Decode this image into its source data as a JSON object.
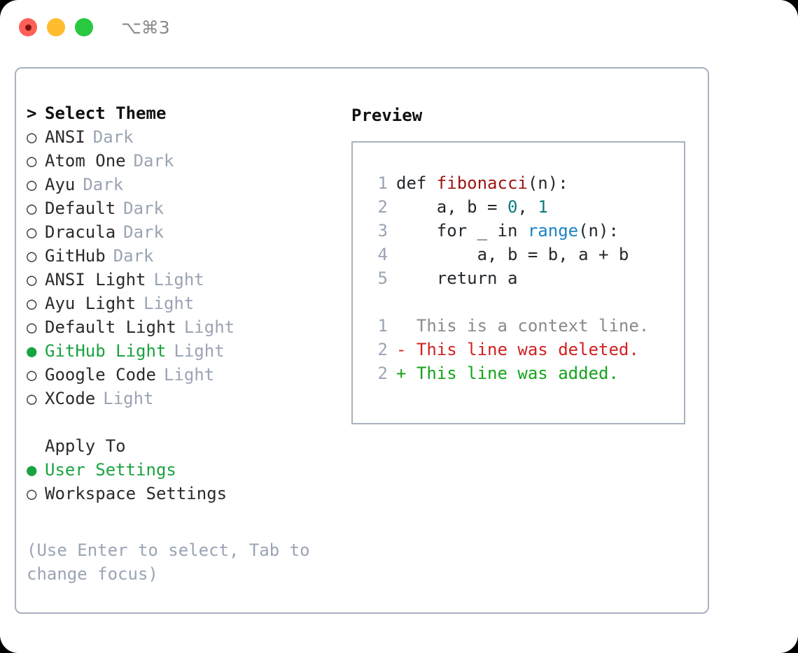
{
  "window": {
    "shortcut": "⌥⌘3",
    "traffic_lights": [
      {
        "name": "close",
        "color": "#ff5f57"
      },
      {
        "name": "minimize",
        "color": "#febc2e"
      },
      {
        "name": "maximize",
        "color": "#28c840"
      }
    ]
  },
  "theme_picker": {
    "header_marker": ">",
    "header": "Select Theme",
    "items": [
      {
        "marker": "○",
        "name": "ANSI",
        "tag": "Dark",
        "selected": false
      },
      {
        "marker": "○",
        "name": "Atom One",
        "tag": "Dark",
        "selected": false
      },
      {
        "marker": "○",
        "name": "Ayu",
        "tag": "Dark",
        "selected": false
      },
      {
        "marker": "○",
        "name": "Default",
        "tag": "Dark",
        "selected": false
      },
      {
        "marker": "○",
        "name": "Dracula",
        "tag": "Dark",
        "selected": false
      },
      {
        "marker": "○",
        "name": "GitHub",
        "tag": "Dark",
        "selected": false
      },
      {
        "marker": "○",
        "name": "ANSI Light",
        "tag": "Light",
        "selected": false
      },
      {
        "marker": "○",
        "name": "Ayu Light",
        "tag": "Light",
        "selected": false
      },
      {
        "marker": "○",
        "name": "Default Light",
        "tag": "Light",
        "selected": false
      },
      {
        "marker": "●",
        "name": "GitHub Light",
        "tag": "Light",
        "selected": true
      },
      {
        "marker": "○",
        "name": "Google Code",
        "tag": "Light",
        "selected": false
      },
      {
        "marker": "○",
        "name": "XCode",
        "tag": "Light",
        "selected": false
      }
    ]
  },
  "apply_to": {
    "header": "Apply To",
    "options": [
      {
        "marker": "●",
        "name": "User Settings",
        "selected": true
      },
      {
        "marker": "○",
        "name": "Workspace Settings",
        "selected": false
      }
    ]
  },
  "hint": "(Use Enter to select, Tab to change focus)",
  "preview": {
    "title": "Preview",
    "code": [
      {
        "num": "1",
        "parts": [
          {
            "t": "def ",
            "c": "code-text"
          },
          {
            "t": "fibonacci",
            "c": "tok-fn"
          },
          {
            "t": "(n):",
            "c": "code-text"
          }
        ]
      },
      {
        "num": "2",
        "parts": [
          {
            "t": "    a, b = ",
            "c": "code-text"
          },
          {
            "t": "0",
            "c": "tok-num"
          },
          {
            "t": ", ",
            "c": "code-text"
          },
          {
            "t": "1",
            "c": "tok-num"
          }
        ]
      },
      {
        "num": "3",
        "parts": [
          {
            "t": "    for _ in ",
            "c": "code-text"
          },
          {
            "t": "range",
            "c": "tok-call"
          },
          {
            "t": "(n):",
            "c": "code-text"
          }
        ]
      },
      {
        "num": "4",
        "parts": [
          {
            "t": "        a, b = b, a + b",
            "c": "code-text"
          }
        ]
      },
      {
        "num": "5",
        "parts": [
          {
            "t": "    return a",
            "c": "code-text"
          }
        ]
      }
    ],
    "diff": [
      {
        "num": "1",
        "sign": "  ",
        "text": "This is a context line.",
        "kind": "diff-ctx"
      },
      {
        "num": "2",
        "sign": "- ",
        "text": "This line was deleted.",
        "kind": "diff-del"
      },
      {
        "num": "2",
        "sign": "+ ",
        "text": "This line was added.",
        "kind": "diff-add"
      }
    ]
  },
  "colors": {
    "accent_green": "#19a340",
    "muted": "#9aa4b4",
    "border": "#a9b0c0",
    "diff_add": "#16a31c",
    "diff_del": "#cf2222",
    "token_function": "#9d1414",
    "token_number": "#0b7c7c",
    "token_call": "#1b82c4"
  }
}
